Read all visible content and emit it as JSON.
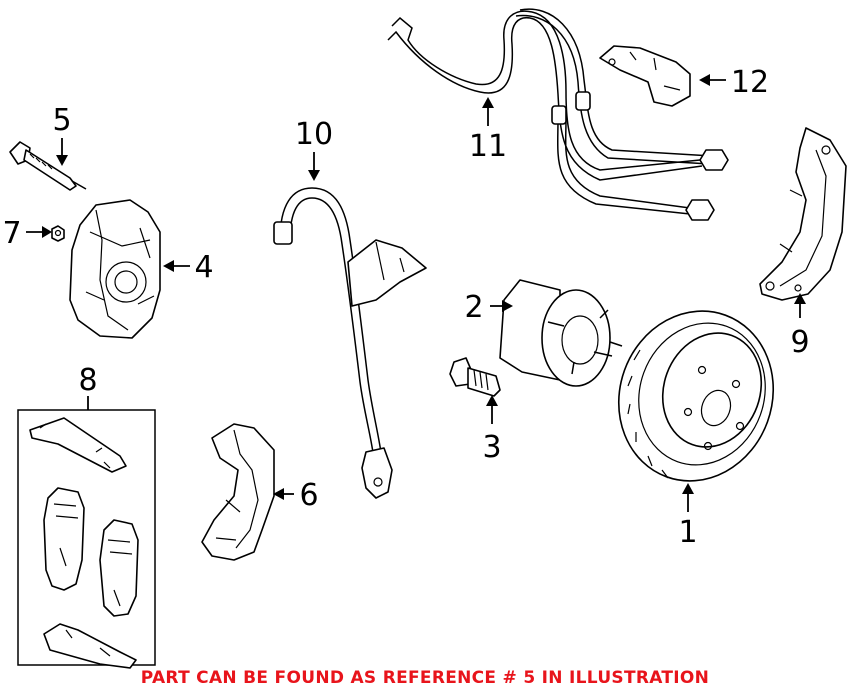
{
  "callouts": {
    "c1": "1",
    "c2": "2",
    "c3": "3",
    "c4": "4",
    "c5": "5",
    "c6": "6",
    "c7": "7",
    "c8": "8",
    "c9": "9",
    "c10": "10",
    "c11": "11",
    "c12": "12"
  },
  "notice": "PART CAN BE FOUND AS REFERENCE # 5 IN ILLUSTRATION",
  "colors": {
    "notice": "#e8141b",
    "lines": "#000000",
    "background": "#ffffff"
  }
}
